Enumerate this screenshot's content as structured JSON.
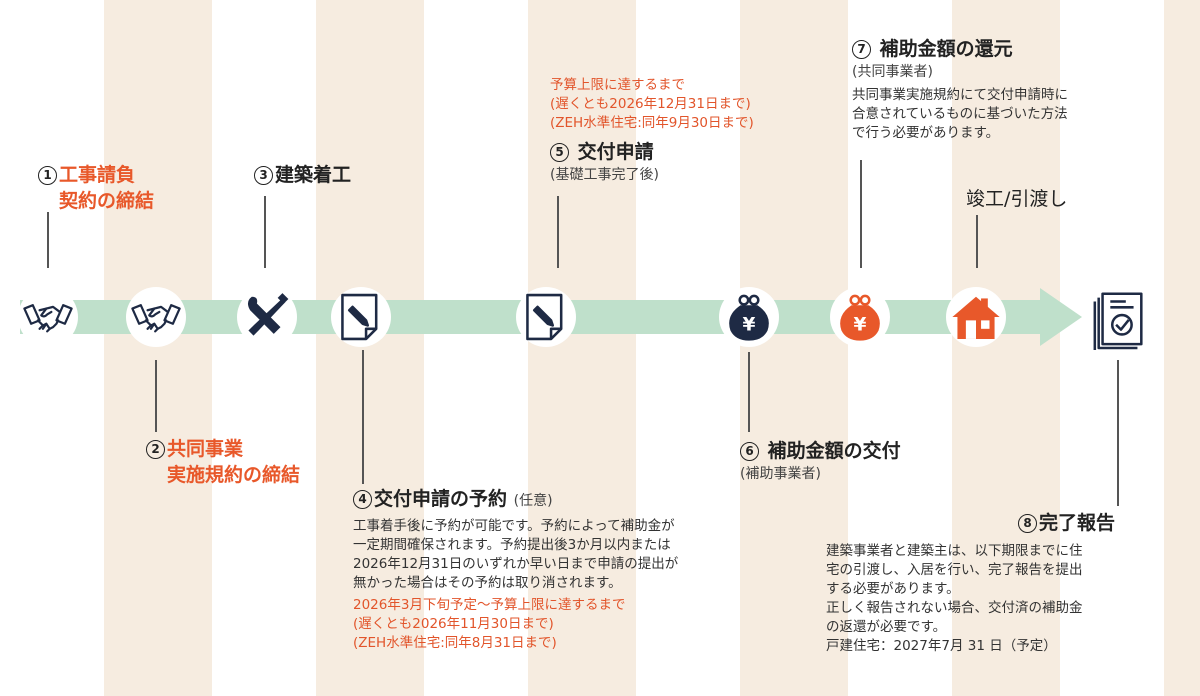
{
  "steps": {
    "s1": {
      "num": "1",
      "line1": "工事請負",
      "line2": "契約の締結"
    },
    "s2": {
      "num": "2",
      "line1": "共同事業",
      "line2": "実施規約の締結"
    },
    "s3": {
      "num": "3",
      "title": "建築着工"
    },
    "s4": {
      "num": "4",
      "title": "交付申請の予約",
      "sub": "(任意)",
      "body": [
        "工事着手後に予約が可能です。予約によって補助金が",
        "一定期間確保されます。予約提出後3か月以内または",
        "2026年12月31日のいずれか早い日まで申請の提出が",
        "無かった場合はその予約は取り消されます。"
      ],
      "note": [
        "2026年3月下旬予定～予算上限に達するまで",
        "(遅くとも2026年11月30日まで)",
        "(ZEH水準住宅:同年8月31日まで)"
      ]
    },
    "s5": {
      "num": "5",
      "title": "交付申請",
      "sub": "(基礎工事完了後)",
      "note": [
        "予算上限に達するまで",
        "(遅くとも2026年12月31日まで)",
        "(ZEH水準住宅:同年9月30日まで)"
      ]
    },
    "s6": {
      "num": "6",
      "title": "補助金額の交付",
      "sub": "(補助事業者)"
    },
    "s7": {
      "num": "7",
      "title": "補助金額の還元",
      "sub": "(共同事業者)",
      "body": [
        "共同事業実施規約にて交付申請時に",
        "合意されているものに基づいた方法",
        "で行う必要があります。"
      ]
    },
    "handover": {
      "title": "竣工/引渡し"
    },
    "s8": {
      "num": "8",
      "title": "完了報告",
      "body": [
        "建築事業者と建築主は、以下期限までに住",
        "宅の引渡し、入居を行い、完了報告を提出",
        "する必要があります。",
        "正しく報告されない場合、交付済の補助金",
        "の返還が必要です。",
        "戸建住宅：2027年7月 31 日（予定）"
      ]
    }
  },
  "icons": [
    "handshake-icon",
    "handshake-icon",
    "tools-icon",
    "document-pen-icon",
    "document-pen-icon",
    "yen-purse-icon",
    "yen-purse-icon",
    "house-icon",
    "report-check-icon"
  ],
  "colors": {
    "accent": "#e8582a",
    "navy": "#1e2a44",
    "band": "#bfe0cb",
    "stripe": "#f6ece0"
  }
}
